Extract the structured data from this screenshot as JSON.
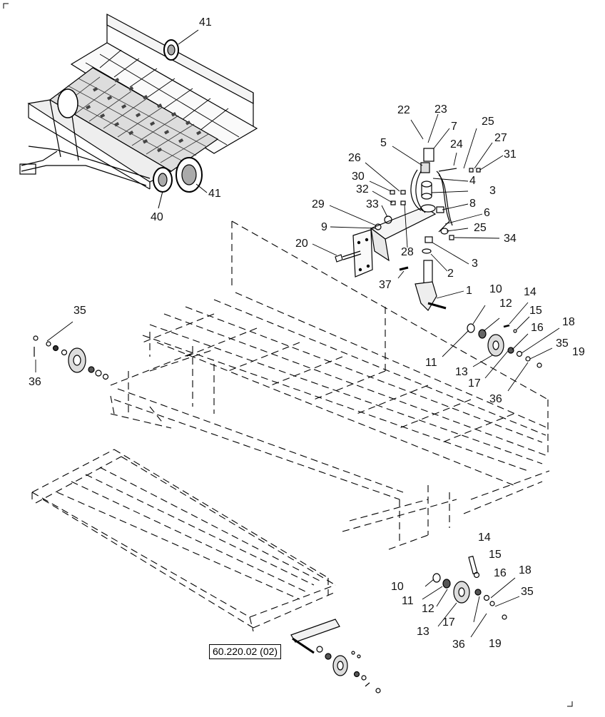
{
  "diagram": {
    "type": "exploded parts diagram",
    "reference_box": "60.220.02 (02)",
    "callouts": [
      "41",
      "41",
      "40",
      "22",
      "23",
      "7",
      "25",
      "5",
      "24",
      "27",
      "31",
      "26",
      "4",
      "30",
      "3",
      "32",
      "8",
      "29",
      "33",
      "6",
      "9",
      "25",
      "34",
      "20",
      "28",
      "3",
      "2",
      "37",
      "1",
      "10",
      "14",
      "12",
      "15",
      "16",
      "18",
      "35",
      "19",
      "11",
      "13",
      "17",
      "36",
      "35",
      "36",
      "14",
      "15",
      "16",
      "18",
      "10",
      "35",
      "11",
      "12",
      "13",
      "17",
      "36",
      "19"
    ]
  }
}
